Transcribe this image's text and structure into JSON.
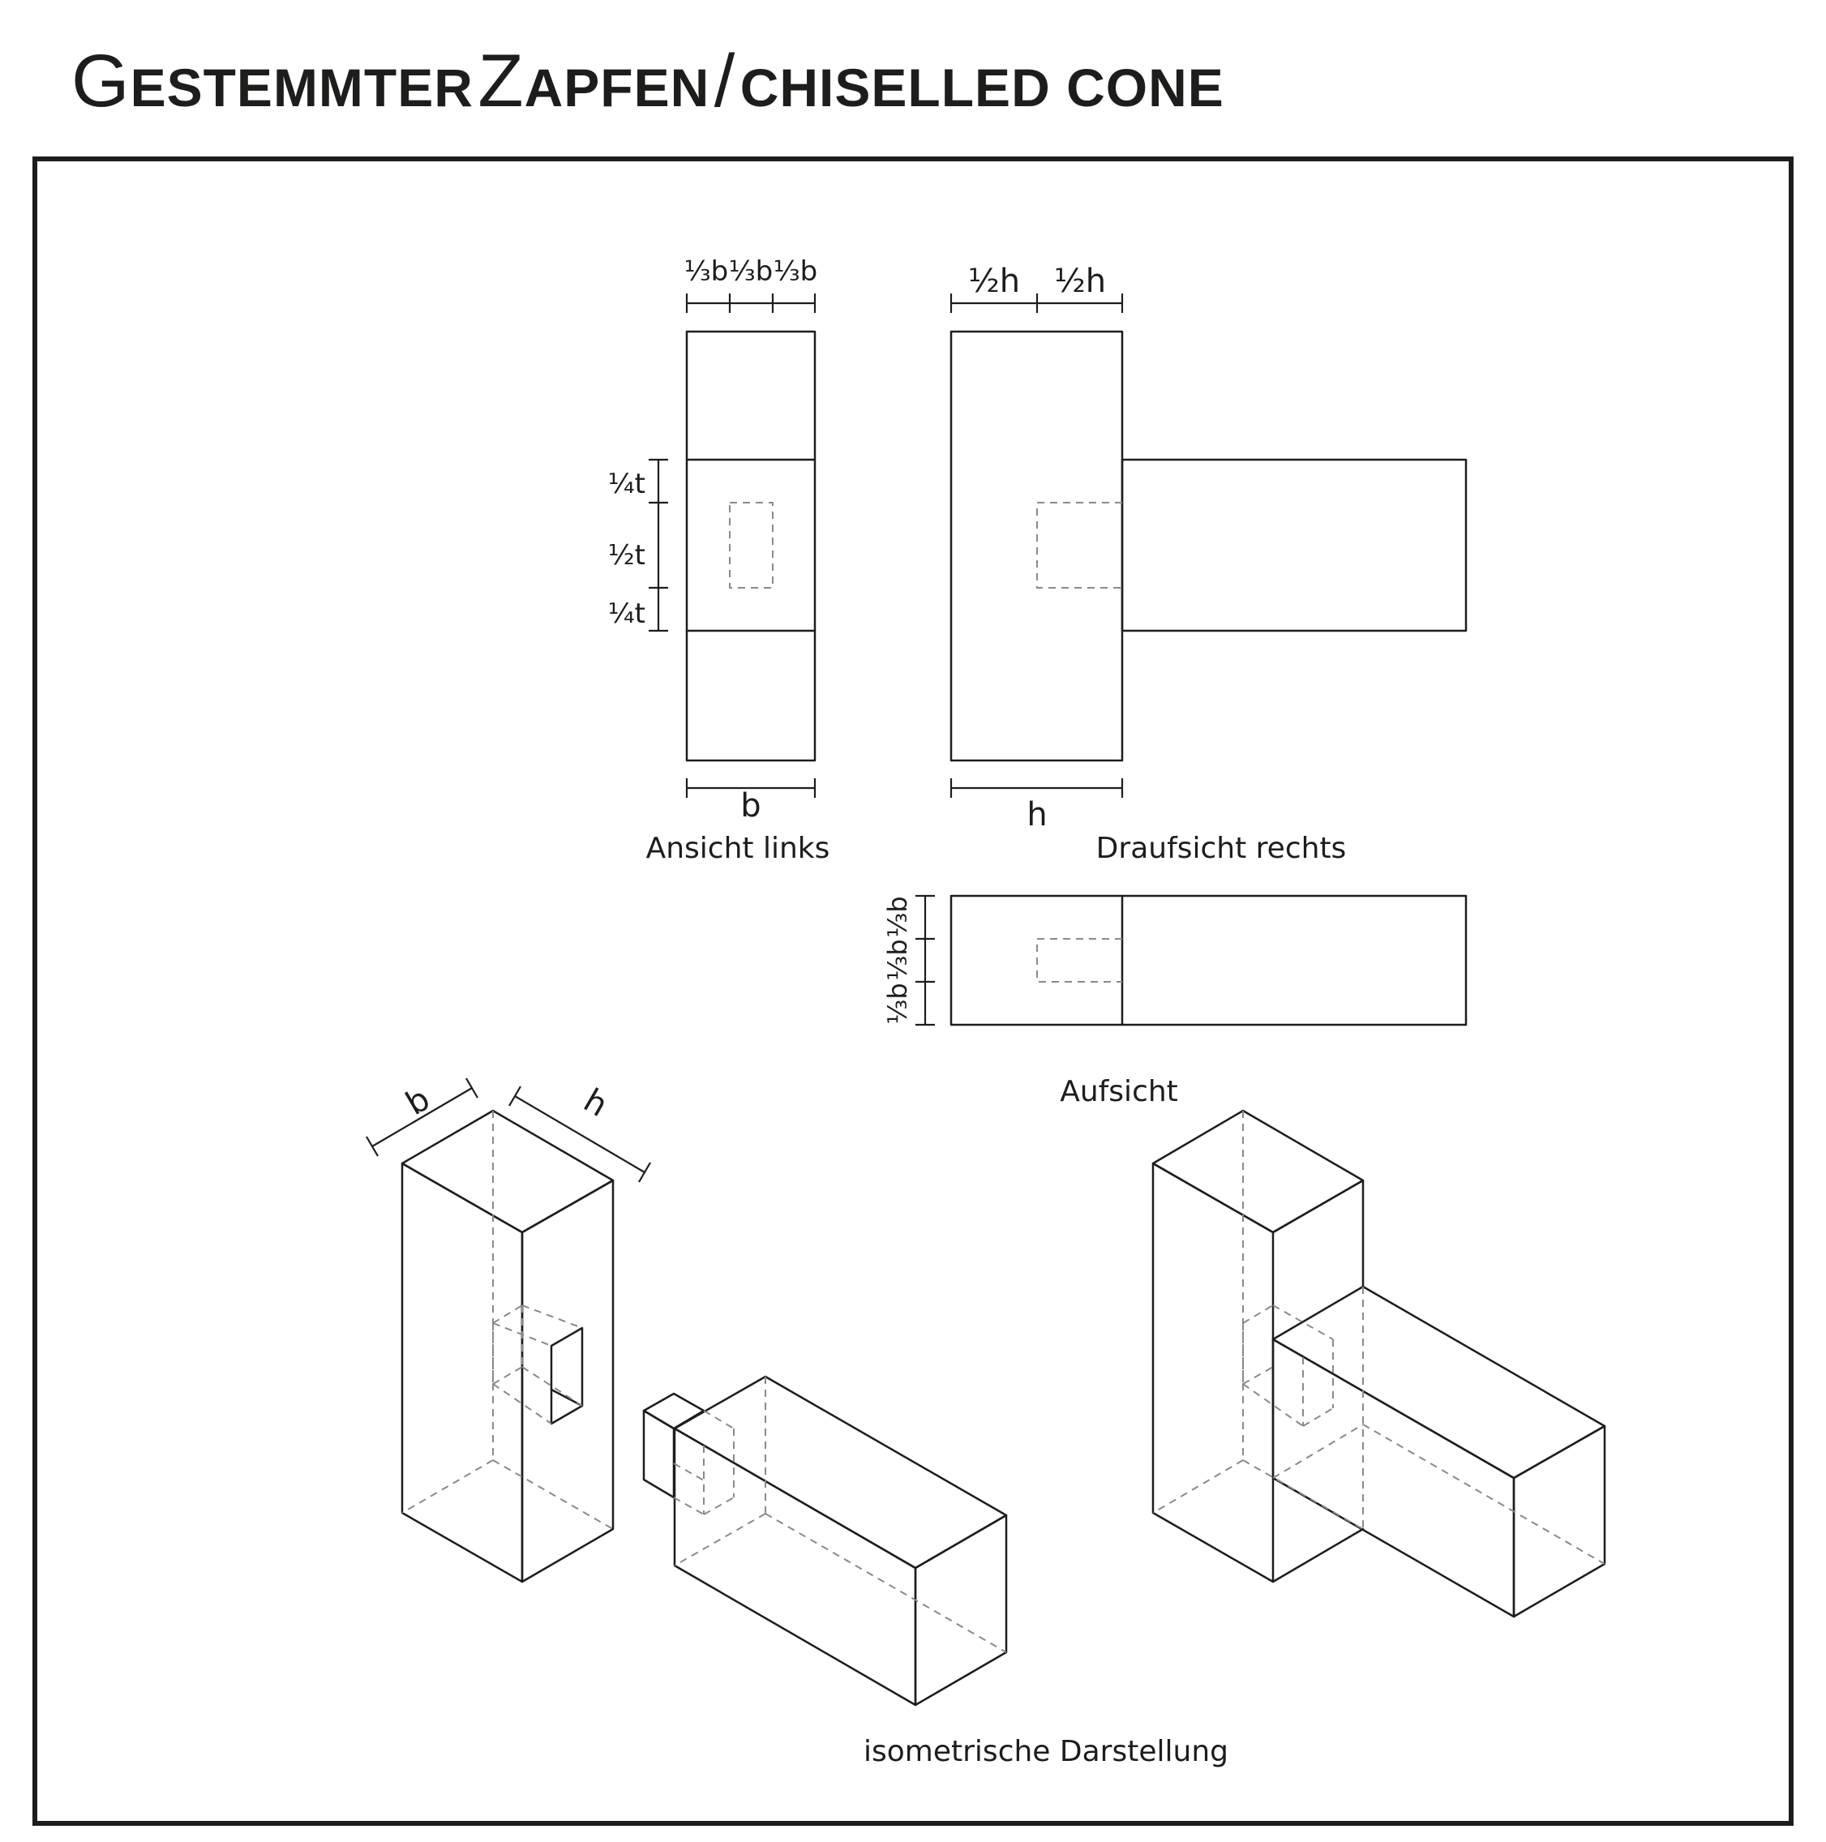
{
  "title": {
    "initial_1": "G",
    "rest_1": "ESTEMMTER",
    "initial_2": "Z",
    "rest_2": "APFEN",
    "separator": "/",
    "english": "CHISELLED CONE"
  },
  "front_view": {
    "caption": "Ansicht links",
    "top_dims": [
      "⅓b",
      "⅓b",
      "⅓b"
    ],
    "side_dims": [
      "¼t",
      "½t",
      "¼t"
    ],
    "bottom_dim": "b"
  },
  "side_view": {
    "caption": "Draufsicht rechts",
    "top_dims": [
      "½h",
      "½h"
    ],
    "bottom_dim": "h"
  },
  "plan_view": {
    "caption": "Aufsicht",
    "side_dims": [
      "⅓b",
      "⅓b",
      "⅓b"
    ]
  },
  "iso_view": {
    "caption": "isometrische Darstellung",
    "dim_left": "b",
    "dim_right": "h"
  },
  "colors": {
    "ink": "#1d1d1b",
    "hidden_lines": "#8a8a8a"
  }
}
